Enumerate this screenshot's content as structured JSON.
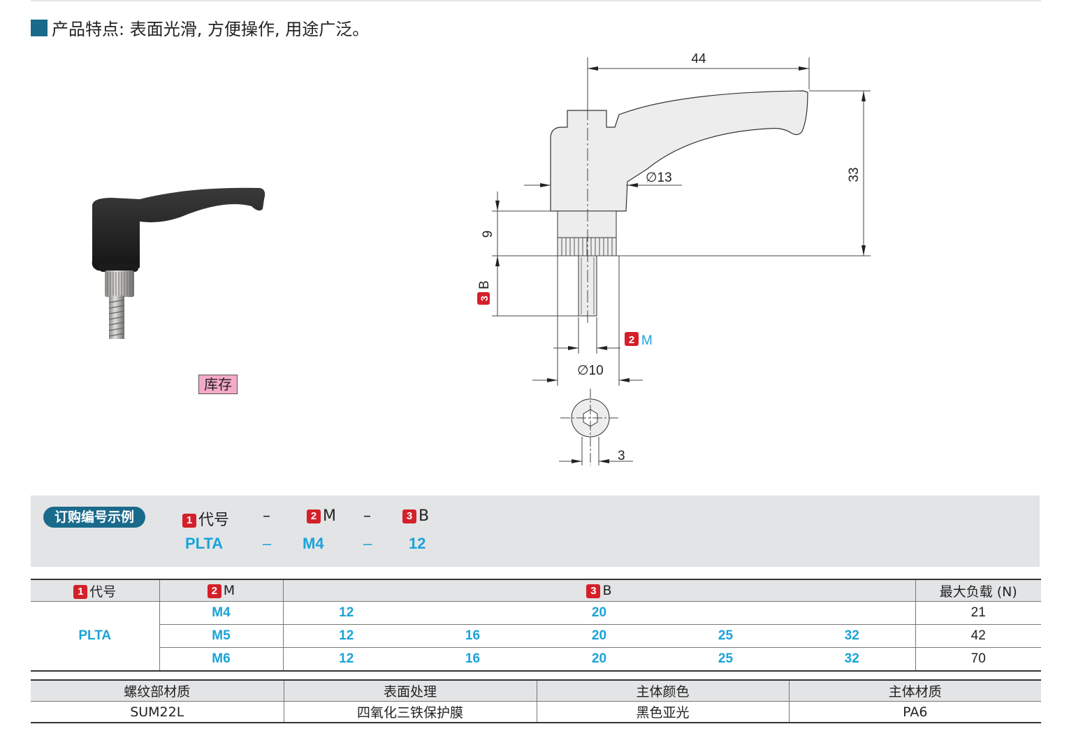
{
  "feature": {
    "text": "产品特点: 表面光滑, 方便操作, 用途广泛。"
  },
  "stock_label": "库存",
  "drawing": {
    "dim_44": "44",
    "dim_33": "33",
    "dim_d13": "∅13",
    "dim_9": "9",
    "dim_b": "B",
    "badge_3": "3",
    "dim_m": "M",
    "badge_2": "2",
    "dim_d10": "∅10",
    "dim_3": "3"
  },
  "order": {
    "pill": "订购编号示例",
    "headers": [
      {
        "badge": "1",
        "label": "代号"
      },
      {
        "sep": "–"
      },
      {
        "badge": "2",
        "label": "M"
      },
      {
        "sep": "–"
      },
      {
        "badge": "3",
        "label": "B"
      }
    ],
    "h1_badge": "1",
    "h1": "代号",
    "sep": "–",
    "h2_badge": "2",
    "h2": "M",
    "h3_badge": "3",
    "h3": "B",
    "v1": "PLTA",
    "v2": "M4",
    "v3": "12"
  },
  "spec": {
    "col1_badge": "1",
    "col1": "代号",
    "col2_badge": "2",
    "col2": "M",
    "col3_badge": "3",
    "col3": "B",
    "col4": "最大负载 (N)",
    "code": "PLTA",
    "rows": [
      {
        "m": "M4",
        "b": [
          "12",
          "",
          "20",
          "",
          ""
        ],
        "load": "21"
      },
      {
        "m": "M5",
        "b": [
          "12",
          "16",
          "20",
          "25",
          "32"
        ],
        "load": "42"
      },
      {
        "m": "M6",
        "b": [
          "12",
          "16",
          "20",
          "25",
          "32"
        ],
        "load": "70"
      }
    ]
  },
  "material": {
    "headers": [
      "螺纹部材质",
      "表面处理",
      "主体颜色",
      "主体材质"
    ],
    "values": [
      "SUM22L",
      "四氧化三铁保护膜",
      "黑色亚光",
      "PA6"
    ]
  }
}
